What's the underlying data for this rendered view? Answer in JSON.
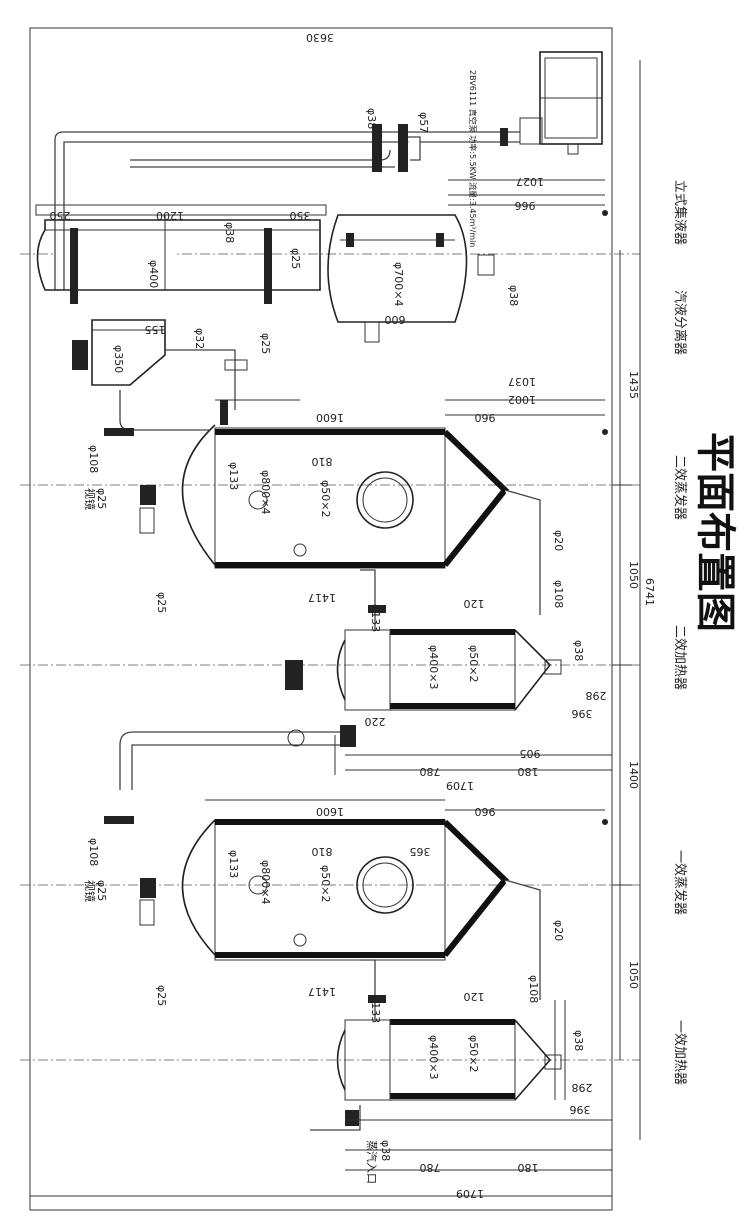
{
  "title": "平面布置图",
  "equipment_labels": {
    "first_heater": "一效加热器",
    "first_evaporator": "一效蒸发器",
    "second_heater": "二效加热器",
    "second_evaporator": "二效蒸发器",
    "separator": "汽液分离器",
    "receiver": "立式集液器"
  },
  "overall": {
    "total_length": "6741",
    "top_width": "3630"
  },
  "annotations": {
    "motor_note": "2BV6111 真空泵 功率:5.5KW 流量:3.45m³/min",
    "steam_inlet": "蒸汽入口",
    "inlet_size": "φ38"
  },
  "dimensions": {
    "d1027": "1027",
    "d966": "966",
    "d1037": "1037",
    "d1002": "1002",
    "d1435": "1435",
    "d1050a": "1050",
    "d1050b": "1050",
    "d1400": "1400",
    "d1600a": "1600",
    "d1600b": "1600",
    "d960a": "960",
    "d960b": "960",
    "d810a": "810",
    "d810b": "810",
    "d1417a": "1417",
    "d1417b": "1417",
    "d120a": "120",
    "d120b": "120",
    "d780a": "780",
    "d780b": "780",
    "d1709a": "1709",
    "d1709b": "1709",
    "d180a": "180",
    "d180b": "180",
    "d396a": "396",
    "d396b": "396",
    "d298a": "298",
    "d298b": "298",
    "d905": "905",
    "d220": "220",
    "d365": "365",
    "d1200": "1200",
    "d350": "350",
    "d250": "250",
    "d600": "600",
    "d155": "155"
  },
  "nozzles": {
    "phi38a": "φ38",
    "phi57": "φ57",
    "phi38b": "φ38",
    "phi25a": "φ25",
    "phi400a": "φ400",
    "phi38c": "φ38",
    "phi32": "φ32",
    "phi25b": "φ25",
    "phi350": "φ350",
    "phi108a": "φ108",
    "phi25c": "φ25",
    "phi133a": "φ133",
    "phi800a": "φ800×4",
    "phi50a": "φ50×2",
    "phi20a": "φ20",
    "phi108b": "φ108",
    "phi25d": "φ25",
    "phi133b": "φ133",
    "phi400b": "φ400×3",
    "phi50b": "φ50×2",
    "phi38d": "φ38",
    "phi108c": "φ108",
    "phi25e": "φ25",
    "phi133c": "φ133",
    "phi800b": "φ800×4",
    "phi50c": "φ50×2",
    "phi20b": "φ20",
    "phi108d": "φ108",
    "phi25f": "φ25",
    "phi133d": "φ133",
    "phi400c": "φ400×3",
    "phi50d": "φ50×2",
    "phi38e": "φ38",
    "phi700": "φ700×4",
    "sightglass_a": "视镜",
    "sightglass_b": "视镜"
  }
}
